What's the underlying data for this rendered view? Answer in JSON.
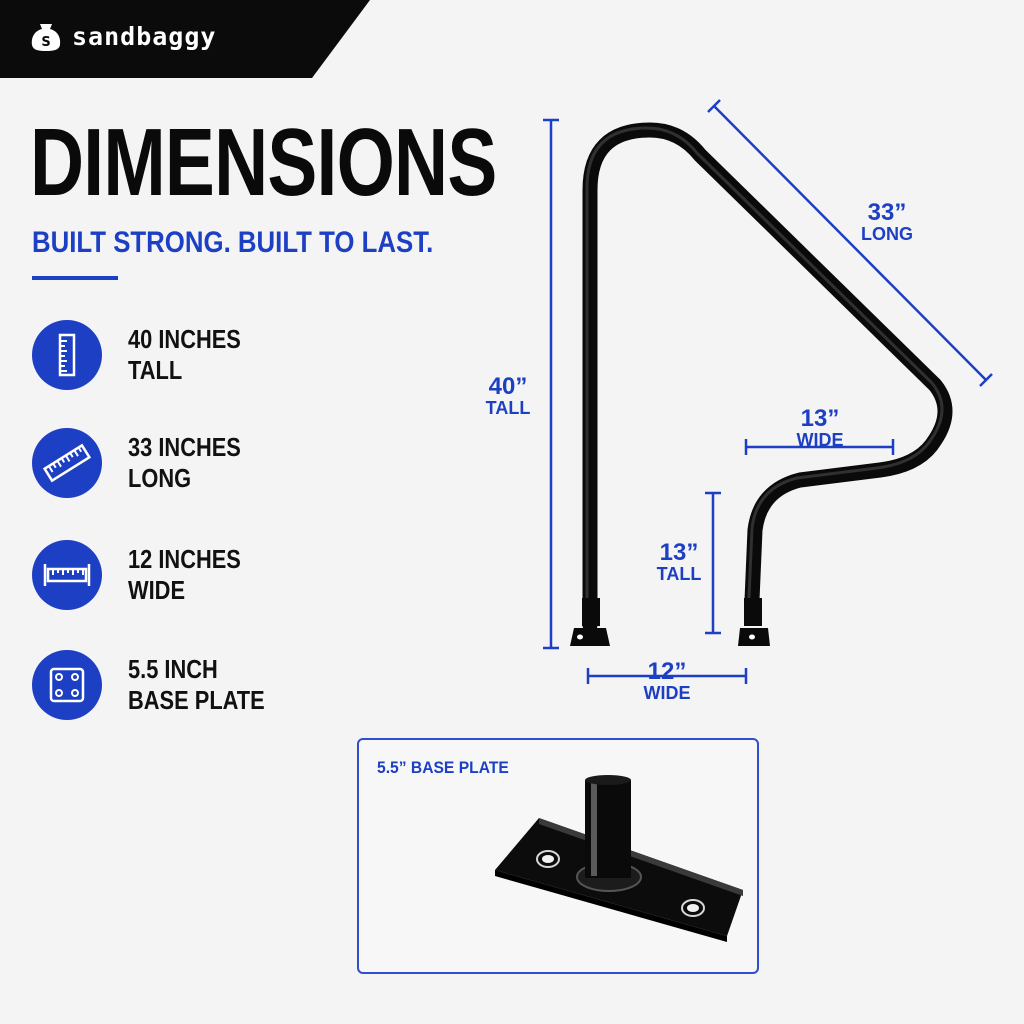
{
  "brand": {
    "name": "sandbaggy",
    "logo_letter": "S"
  },
  "title": "DIMENSIONS",
  "subtitle": "BUILT STRONG. BUILT TO LAST.",
  "features": [
    {
      "icon": "vertical-ruler-icon",
      "line1": "40 INCHES",
      "line2": "TALL"
    },
    {
      "icon": "diagonal-ruler-icon",
      "line1": "33 INCHES",
      "line2": "LONG"
    },
    {
      "icon": "horizontal-ruler-icon",
      "line1": "12 INCHES",
      "line2": "WIDE"
    },
    {
      "icon": "base-plate-icon",
      "line1": "5.5 INCH",
      "line2": "BASE PLATE"
    }
  ],
  "dimensions": {
    "height": {
      "value": "40”",
      "unit": "TALL"
    },
    "length": {
      "value": "33”",
      "unit": "LONG"
    },
    "upper_width": {
      "value": "13”",
      "unit": "WIDE"
    },
    "lower_height": {
      "value": "13”",
      "unit": "TALL"
    },
    "base_width": {
      "value": "12”",
      "unit": "WIDE"
    }
  },
  "inset": {
    "title": "5.5” BASE PLATE"
  },
  "colors": {
    "accent": "#1d3fc4",
    "dark": "#0b0b0b",
    "background": "#f4f4f5"
  }
}
